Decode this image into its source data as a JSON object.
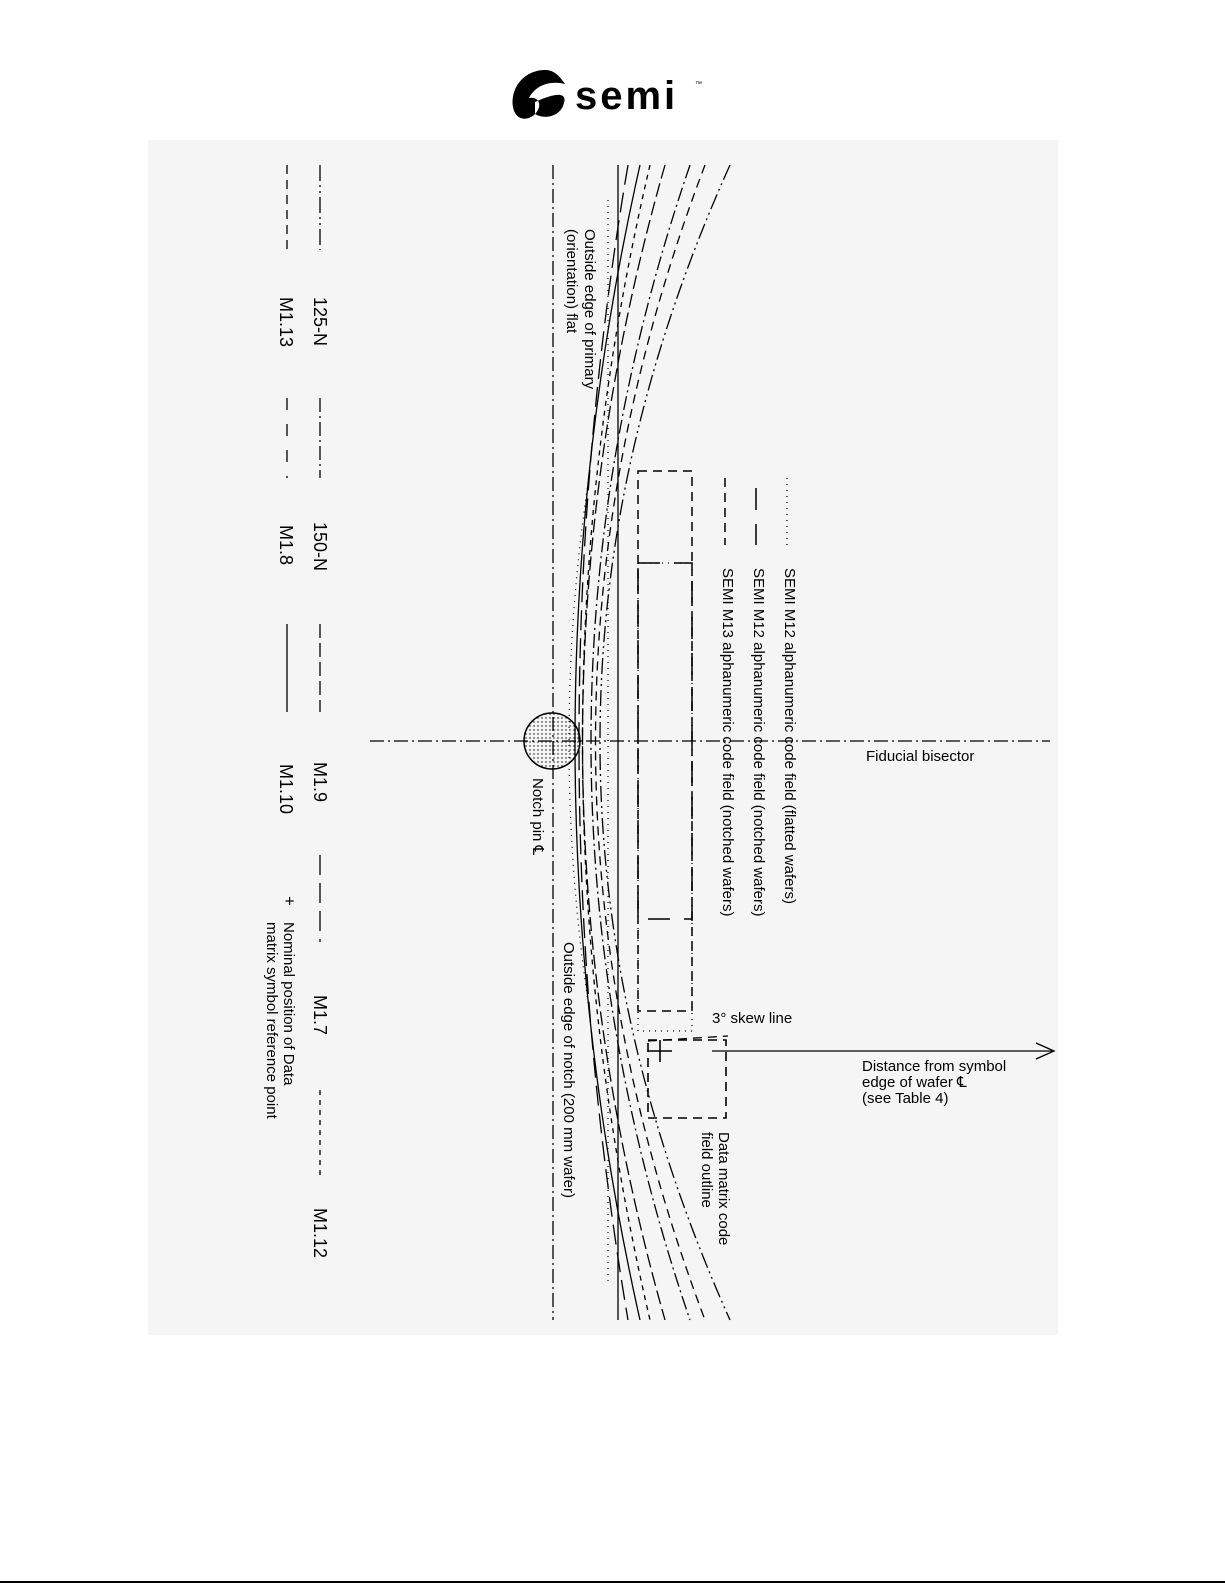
{
  "logo": {
    "wordmark": "semi",
    "trademark": "™"
  },
  "labels": {
    "fiducial_bisector": "Fiducial bisector",
    "skew_line": "3° skew line",
    "distance_line1": "Distance from symbol",
    "distance_line2": "edge of wafer ℄",
    "distance_line3": "(see Table 4)",
    "dm_outline_line1": "Data matrix code",
    "dm_outline_line2": "field outline",
    "notch_pin": "Notch pin ℄",
    "outside_edge_notch": "Outside edge of notch (200 mm wafer)",
    "outside_edge_flat_line1": "Outside edge of primary",
    "outside_edge_flat_line2": "(orientation) flat"
  },
  "code_fields": [
    {
      "label": "SEMI M12 alphanumeric code field (flatted wafers)"
    },
    {
      "label": "SEMI M12 alphanumeric code field (notched wafers)"
    },
    {
      "label": "SEMI M13 alphanumeric code field (notched wafers)"
    }
  ],
  "legend": {
    "items": [
      {
        "label": "125-N"
      },
      {
        "label": "150-N"
      },
      {
        "label": "M1.9"
      },
      {
        "label": "M1.7"
      },
      {
        "label": "M1.12"
      },
      {
        "label": "M1.13"
      },
      {
        "label": "M1.8"
      },
      {
        "label": "M1.10"
      }
    ],
    "ref_symbol": "+",
    "ref_line1": "Nominal position of Data",
    "ref_line2": "matrix symbol reference point"
  }
}
